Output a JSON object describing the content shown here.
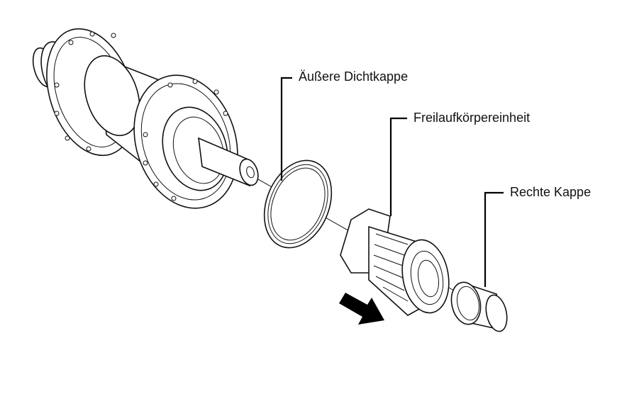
{
  "labels": {
    "outer_seal_cap": "Äußere Dichtkappe",
    "freehub_body": "Freilaufkörpereinheit",
    "right_cap": "Rechte Kappe"
  },
  "icons": [
    "hub-illustration",
    "seal-ring-illustration",
    "freehub-illustration",
    "right-cap-illustration",
    "direction-arrow-icon"
  ],
  "colors": {
    "line": "#111111",
    "background": "#ffffff"
  }
}
